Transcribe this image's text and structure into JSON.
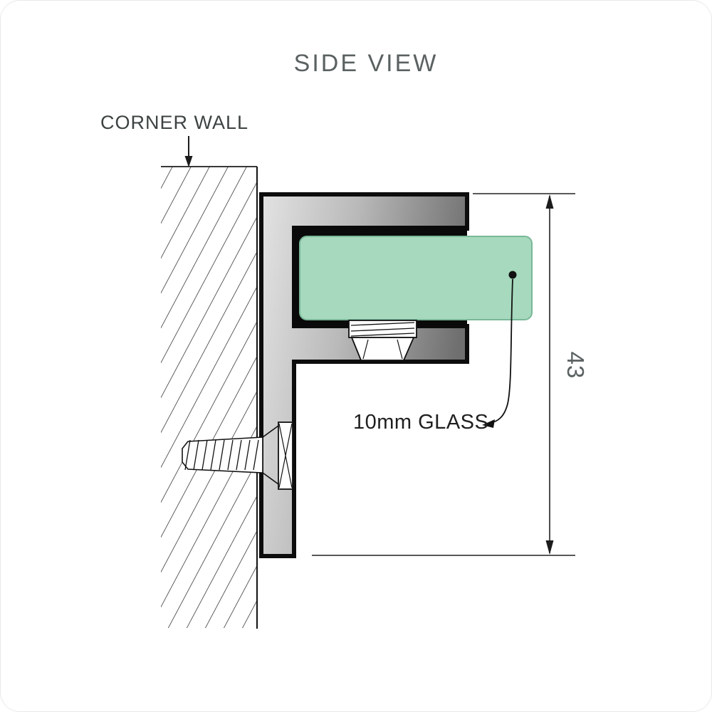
{
  "title": "SIDE VIEW",
  "labels": {
    "corner_wall": "CORNER WALL",
    "glass": "10mm GLASS",
    "dimension": "43"
  },
  "dimension": {
    "value_mm": 43
  },
  "colors": {
    "background": "#ffffff",
    "outline": "#111111",
    "metal_light": "#e3e3e3",
    "metal_mid": "#b9b9b9",
    "metal_dark": "#6f6f6f",
    "glass_fill": "#a6d9bd",
    "glass_edge": "#79b899",
    "title_text": "#5b6161",
    "wall_label_text": "#3d4242",
    "glass_label_text": "#1f1f1f",
    "dimension_text": "#5b6161"
  }
}
